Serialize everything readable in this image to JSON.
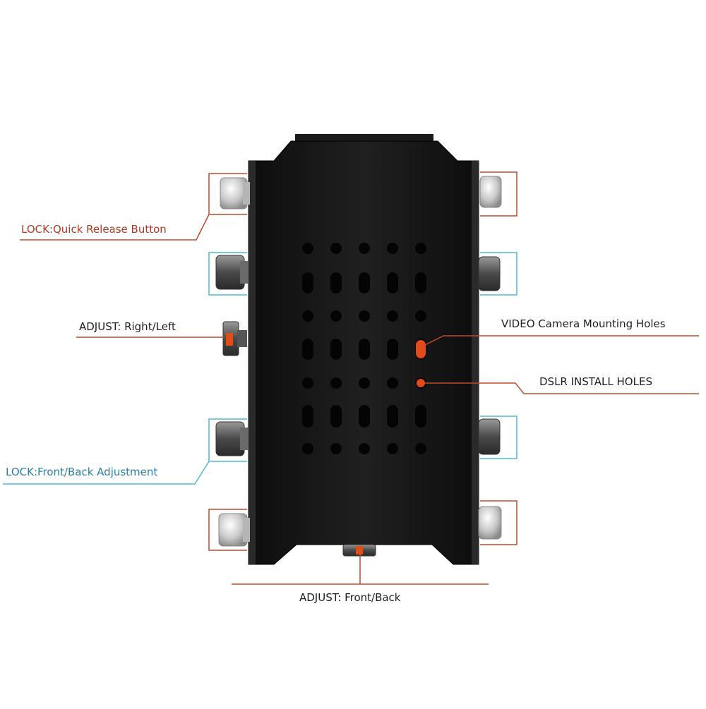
{
  "colors": {
    "plate": "#161616",
    "plate_edge": "#0a0a0a",
    "hole": "#050505",
    "red_callout": "#b33a22",
    "blue_callout": "#4fb8d6",
    "accent_orange": "#e24c1b",
    "knob_silver": "#d4d4d4"
  },
  "labels": {
    "lock_quick_release": "LOCK:Quick Release Button",
    "adjust_right_left": "ADJUST: Right/Left",
    "lock_front_back": "LOCK:Front/Back Adjustment",
    "adjust_front_back": "ADJUST: Front/Back",
    "video_camera_holes": "VIDEO Camera Mounting Holes",
    "dslr_install_holes": "DSLR INSTALL HOLES"
  }
}
